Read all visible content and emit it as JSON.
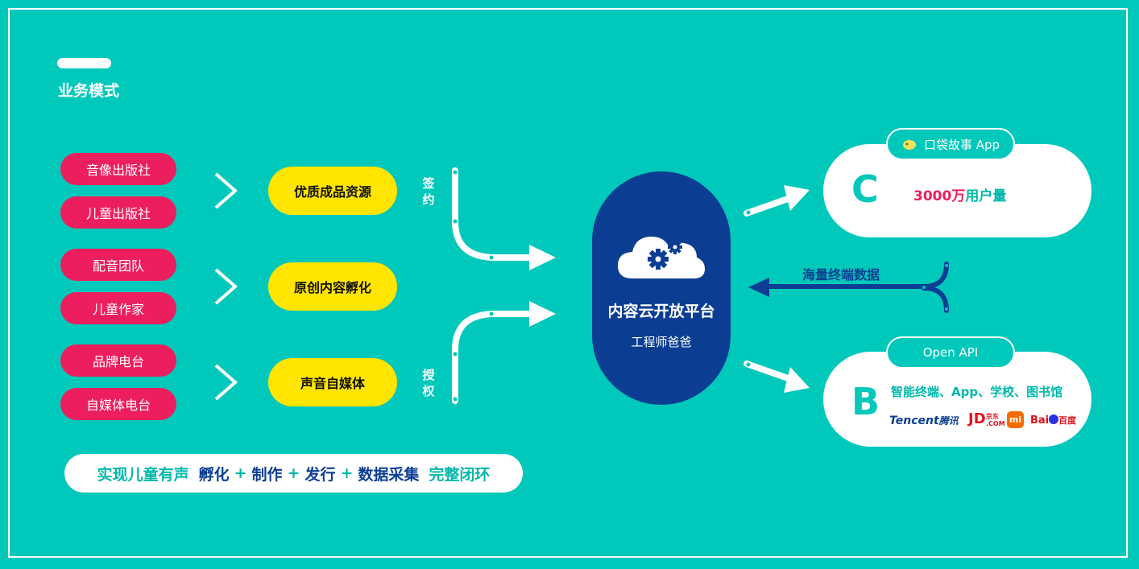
{
  "title": "业务模式",
  "sources": [
    {
      "label": "音像出版社"
    },
    {
      "label": "儿童出版社"
    },
    {
      "label": "配音团队"
    },
    {
      "label": "儿童作家"
    },
    {
      "label": "品牌电台"
    },
    {
      "label": "自媒体电台"
    }
  ],
  "resources": [
    {
      "label": "优质成品资源"
    },
    {
      "label": "原创内容孵化"
    },
    {
      "label": "声音自媒体"
    }
  ],
  "flow_labels": {
    "sign": "签约",
    "authorize": "授权"
  },
  "center": {
    "title": "内容云开放平台",
    "subtitle": "工程师爸爸"
  },
  "return_flow": {
    "label": "海量终端数据"
  },
  "consumer": {
    "tab": "口袋故事 App",
    "letter": "C",
    "users_number": "3000万",
    "users_text": "用户量"
  },
  "business": {
    "tab": "Open API",
    "letter": "B",
    "description": "智能终端、App、学校、图书馆",
    "partners": {
      "tencent_en": "Tencent",
      "tencent_cn": "腾讯",
      "jd": "JD",
      "jd_cn": "京东",
      "jd_com": ".COM",
      "mi": "mi",
      "baidu": "Bai",
      "baidu_cn": "百度"
    }
  },
  "bottom": {
    "part1": "实现儿童有声",
    "part2": "孵化",
    "plus": "+",
    "part3": "制作",
    "part4": "发行",
    "part5": "数据采集",
    "part6": "完整闭环"
  },
  "colors": {
    "background": "#00C8BA",
    "red": "#EC1E5E",
    "yellow": "#FFE500",
    "navy": "#0B3E93",
    "white": "#FFFFFF"
  }
}
